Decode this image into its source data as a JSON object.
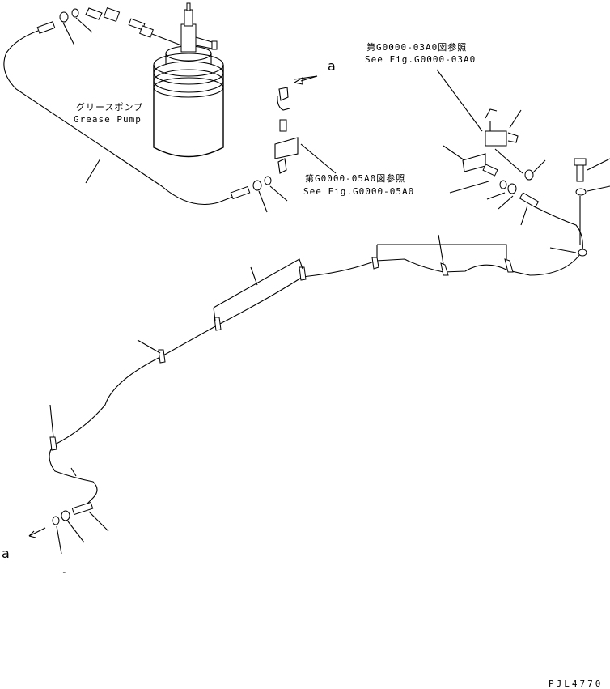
{
  "diagram": {
    "pump_label_jp": "グリースポンプ",
    "pump_label_en": "Grease Pump",
    "ref1_jp": "第G0000-03A0図参照",
    "ref1_en": "See Fig.G0000-03A0",
    "ref2_jp": "第G0000-05A0図参照",
    "ref2_en": "See Fig.G0000-05A0",
    "connector_mark_top": "a",
    "connector_mark_bottom": "a",
    "drawing_code": "PJL4770",
    "small_mark": "-"
  }
}
